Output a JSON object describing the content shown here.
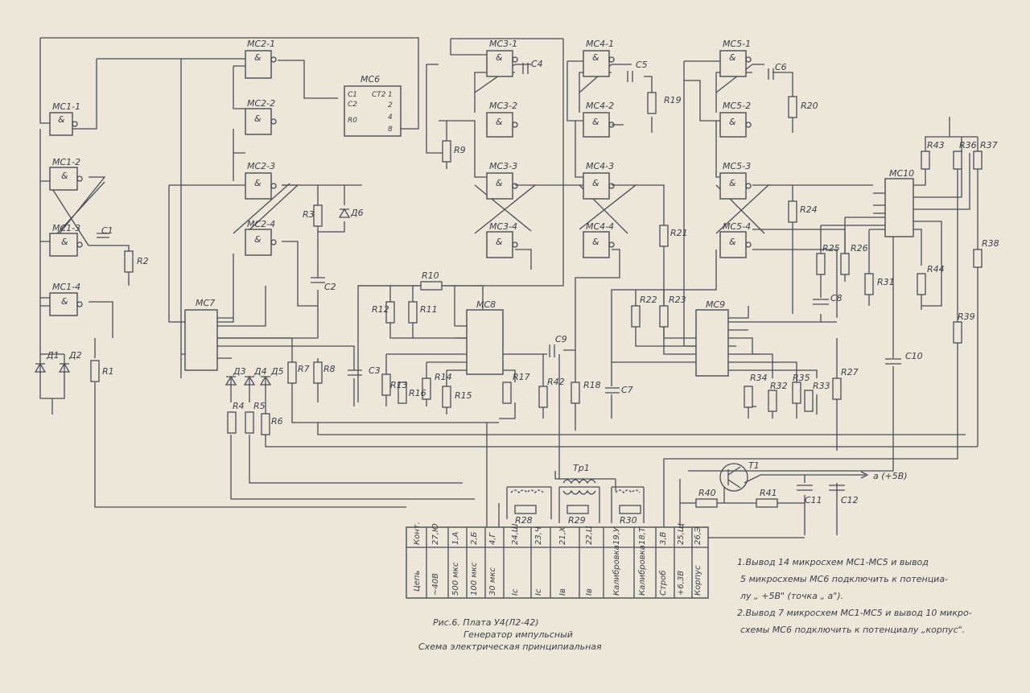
{
  "chips": {
    "ms1_1": "МС1-1",
    "ms1_2": "МС1-2",
    "ms1_3": "МС1-3",
    "ms1_4": "МС1-4",
    "ms2_1": "МС2-1",
    "ms2_2": "МС2-2",
    "ms2_3": "МС2-3",
    "ms2_4": "МС2-4",
    "ms3_1": "МС3-1",
    "ms3_2": "МС3-2",
    "ms3_3": "МС3-3",
    "ms3_4": "МС3-4",
    "ms4_1": "МС4-1",
    "ms4_2": "МС4-2",
    "ms4_3": "МС4-3",
    "ms4_4": "МС4-4",
    "ms5_1": "МС5-1",
    "ms5_2": "МС5-2",
    "ms5_3": "МС5-3",
    "ms5_4": "МС5-4",
    "ms6": "МС6",
    "ms7": "МС7",
    "ms8": "МС8",
    "ms9": "МС9",
    "ms10": "МС10"
  },
  "gate_symbol": "&",
  "ms6_pins": {
    "c1": "C1",
    "c2": "C2",
    "ct2": "СТ2",
    "r0": "R0",
    "o1": "1",
    "o2": "2",
    "o4": "4",
    "o8": "8"
  },
  "resistors": {
    "r1": "R1",
    "r2": "R2",
    "r3": "R3",
    "r4": "R4",
    "r5": "R5",
    "r6": "R6",
    "r7": "R7",
    "r8": "R8",
    "r9": "R9",
    "r10": "R10",
    "r11": "R11",
    "r12": "R12",
    "r13": "R13",
    "r14": "R14",
    "r15": "R15",
    "r16": "R16",
    "r17": "R17",
    "r18": "R18",
    "r19": "R19",
    "r20": "R20",
    "r21": "R21",
    "r22": "R22",
    "r23": "R23",
    "r24": "R24",
    "r25": "R25",
    "r26": "R26",
    "r27": "R27",
    "r28": "R28",
    "r29": "R29",
    "r30": "R30",
    "r31": "R31",
    "r32": "R32",
    "r33": "R33",
    "r34": "R34",
    "r35": "R35",
    "r36": "R36",
    "r37": "R37",
    "r38": "R38",
    "r39": "R39",
    "r40": "R40",
    "r41": "R41",
    "r42": "R42",
    "r43": "R43",
    "r44": "R44"
  },
  "capacitors": {
    "c1": "C1",
    "c2": "C2",
    "c3": "C3",
    "c4": "C4",
    "c5": "C5",
    "c6": "C6",
    "c7": "C7",
    "c8": "C8",
    "c9": "C9",
    "c10": "C10",
    "c11": "C11",
    "c12": "C12"
  },
  "diodes": {
    "d1": "Д1",
    "d2": "Д2",
    "d3": "Д3",
    "d4": "Д4",
    "d5": "Д5",
    "d6": "Д6"
  },
  "transistor": "T1",
  "transformer": "Тр1",
  "output_label": "а (+5В)",
  "connector": {
    "row_kont": "Конт.",
    "row_tsep": "Цепь",
    "pins": [
      "27,Ю",
      "1,А",
      "2,Б",
      "4,Г",
      "24,Ш",
      "23,Ч",
      "21,Х",
      "22,Ц",
      "19,У",
      "18,Т",
      "3,В",
      "25,Щ",
      "26,Э"
    ],
    "circuits": [
      "~40В",
      "500 мкс",
      "100 мкс",
      "30 мкс",
      "Iс",
      "Iс",
      "Iв",
      "Iв",
      "Калибровка",
      "Калибровка",
      "Строб",
      "+6,3В",
      "Корпус"
    ]
  },
  "notes": [
    "1.Вывод 14 микросхем МС1-МС5 и вывод",
    "5 микросхемы МС6 подключить к потенциа-",
    "лу „ +5В\" (точка „ а\").",
    "2.Вывод 7 микросхем МС1-МС5 и вывод 10 микро-",
    "схемы МС6 подключить к потенциалу „корпус\"."
  ],
  "caption": [
    "Рис.6. Плата У4(Л2-42)",
    "Генератор импульсный",
    "Схема электрическая принципиальная"
  ]
}
